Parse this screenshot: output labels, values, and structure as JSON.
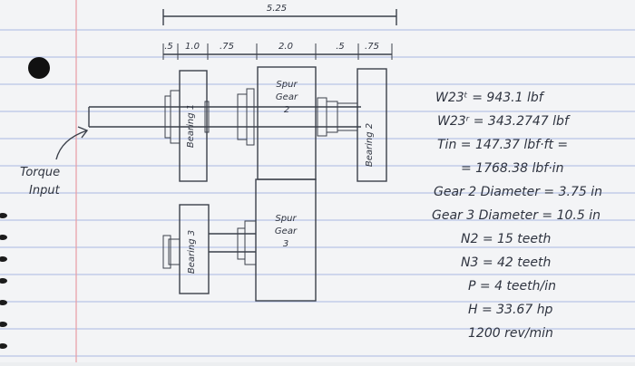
{
  "dimensions": {
    "overall": "5.25",
    "segments": [
      ".5",
      "1.0",
      ".75",
      "2.0",
      ".5",
      ".75"
    ]
  },
  "labels": {
    "spur_gear_2": [
      "Spur",
      "Gear",
      "2"
    ],
    "spur_gear_3": [
      "Spur",
      "Gear",
      "3"
    ],
    "bearing_1": "Bearing 1",
    "bearing_2": "Bearing 2",
    "bearing_3": "Bearing 3",
    "torque_input": [
      "Torque",
      "Input"
    ]
  },
  "notes": [
    "W23ᵗ = 943.1 lbf",
    "W23ʳ = 343.2747 lbf",
    "Tin = 147.37 lbf·ft =",
    "= 1768.38 lbf·in",
    "Gear 2 Diameter = 3.75 in",
    "Gear 3 Diameter = 10.5 in",
    "N2 = 15 teeth",
    "N3 = 42 teeth",
    "P = 4 teeth/in",
    "H = 33.67 hp",
    "1200 rev/min"
  ]
}
